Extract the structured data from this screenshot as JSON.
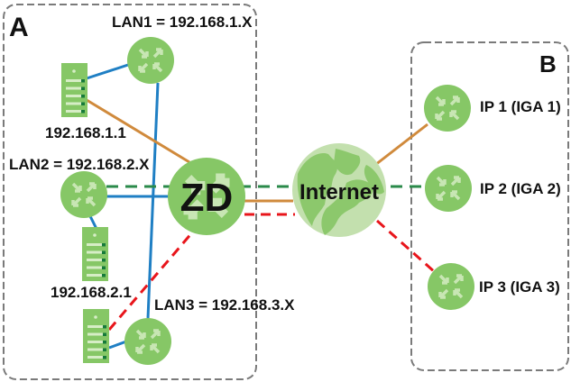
{
  "colors": {
    "box_border": "#7a7a7a",
    "node_green": "#86c766",
    "node_arrow": "#c8e6b4",
    "globe_light": "#c3e0ae",
    "globe_land": "#8cc86c",
    "internet_text": "#145c2c",
    "server_body": "#86c766",
    "server_slot": "#d6edc6",
    "server_led": "#157a3a",
    "link_blue": "#1f7fc4",
    "link_orange": "#d08a3c",
    "link_green_dashed": "#2a8a4a",
    "link_red_dashed": "#e8151b"
  },
  "zones": [
    {
      "id": "A",
      "label": "A"
    },
    {
      "id": "B",
      "label": "B"
    }
  ],
  "nodes": {
    "zd": {
      "label": "ZD"
    },
    "internet": {
      "label": "Internet"
    },
    "lan1_router": {
      "label": "LAN1 = 192.168.1.X"
    },
    "lan2_router": {
      "label": "LAN2 = 192.168.2.X"
    },
    "lan3_router": {
      "label": "LAN3 = 192.168.3.X"
    },
    "server1": {
      "label": "192.168.1.1"
    },
    "server2": {
      "label": "192.168.2.1"
    },
    "server3": {
      "label": ""
    },
    "ip1": {
      "label": "IP 1 (IGA 1)"
    },
    "ip2": {
      "label": "IP 2 (IGA 2)"
    },
    "ip3": {
      "label": "IP 3 (IGA 3)"
    }
  },
  "links": [
    {
      "from": "server1",
      "to": "lan1_router",
      "style": "blue"
    },
    {
      "from": "lan1_router",
      "to": "lan3_router",
      "style": "blue"
    },
    {
      "from": "lan2_router",
      "to": "zd",
      "style": "blue"
    },
    {
      "from": "lan2_router",
      "to": "server2",
      "style": "blue"
    },
    {
      "from": "server3",
      "to": "lan3_router",
      "style": "blue"
    },
    {
      "from": "server1",
      "to": "zd",
      "style": "orange"
    },
    {
      "from": "zd",
      "to": "internet",
      "style": "orange"
    },
    {
      "from": "internet",
      "to": "ip1",
      "style": "orange"
    },
    {
      "from": "lan2_router",
      "to": "ip2",
      "style": "green-dashed"
    },
    {
      "from": "server3",
      "to": "zd",
      "style": "red-dashed"
    },
    {
      "from": "zd",
      "to": "internet",
      "style": "red-dashed"
    },
    {
      "from": "internet",
      "to": "ip3",
      "style": "red-dashed"
    }
  ]
}
